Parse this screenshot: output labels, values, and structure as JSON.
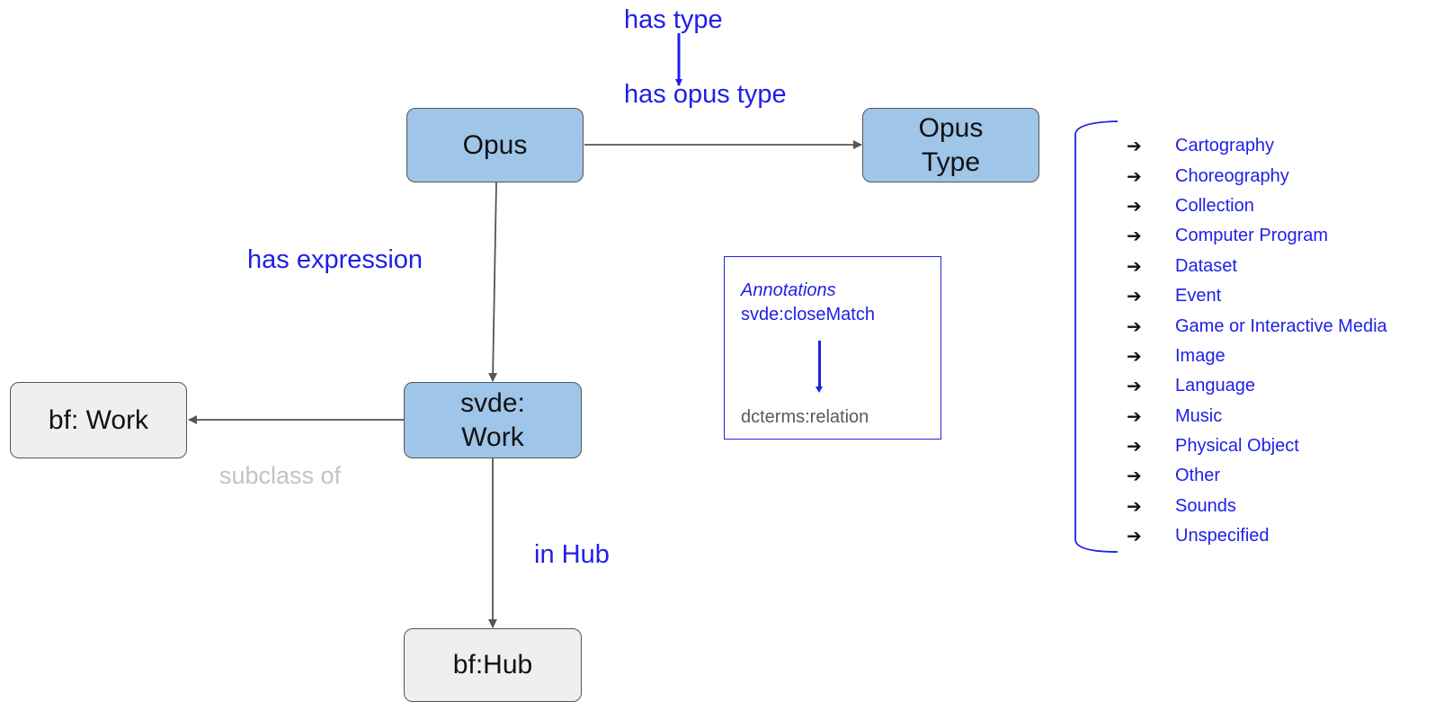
{
  "nodes": {
    "opus": "Opus",
    "opus_type": "Opus Type",
    "svde_work": "svde: Work",
    "bf_work": "bf: Work",
    "bf_hub": "bf:Hub"
  },
  "edge_labels": {
    "has_type": "has type",
    "has_opus_type": "has opus type",
    "has_expression": "has expression",
    "subclass_of": "subclass of",
    "in_hub": "in Hub"
  },
  "annotations": {
    "title": "Annotations",
    "source": "svde:closeMatch",
    "target": "dcterms:relation"
  },
  "opus_types": [
    "Cartography",
    "Choreography",
    "Collection",
    "Computer Program",
    "Dataset",
    "Event",
    "Game or Interactive Media",
    "Image",
    "Language",
    "Music",
    "Physical Object",
    "Other",
    "Sounds",
    "Unspecified"
  ],
  "list_arrow": "➔",
  "colors": {
    "node_blue": "#9fc5e8",
    "node_grey": "#efefef",
    "label_blue": "#1f1fe6",
    "label_grey": "#c3c3c3"
  }
}
